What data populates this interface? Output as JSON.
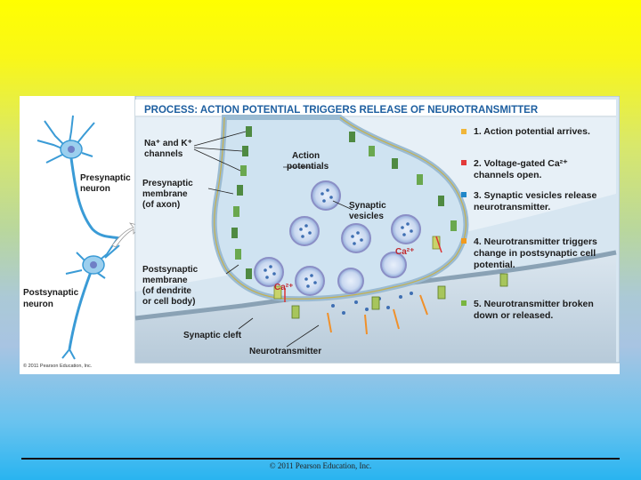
{
  "figure": {
    "title": "PROCESS: ACTION POTENTIAL TRIGGERS RELEASE OF NEUROTRANSMITTER",
    "labels": {
      "presynaptic_neuron": [
        "Presynaptic",
        "neuron"
      ],
      "postsynaptic_neuron": [
        "Postsynaptic",
        "neuron"
      ],
      "na_k_channels": [
        "Na⁺ and K⁺",
        "channels"
      ],
      "action_potentials": [
        "Action",
        "potentials"
      ],
      "presynaptic_membrane": [
        "Presynaptic",
        "membrane",
        "(of axon)"
      ],
      "synaptic_vesicles": [
        "Synaptic",
        "vesicles"
      ],
      "postsynaptic_membrane": [
        "Postsynaptic",
        "membrane",
        "(of dendrite",
        "or cell body)"
      ],
      "ca_left": "Ca²⁺",
      "ca_right": "Ca²⁺",
      "synaptic_cleft": "Synaptic cleft",
      "neurotransmitter": "Neurotransmitter",
      "copyright_small": "© 2011 Pearson Education, Inc."
    },
    "steps": [
      {
        "lines": [
          "1. Action potential arrives."
        ],
        "color": "#f0b63a"
      },
      {
        "lines": [
          "2. Voltage-gated Ca²⁺",
          "channels open."
        ],
        "color": "#e23a3a"
      },
      {
        "lines": [
          "3. Synaptic vesicles release",
          "neurotransmitter."
        ],
        "color": "#1f87c9"
      },
      {
        "lines": [
          "4. Neurotransmitter triggers",
          "change in postsynaptic cell",
          "potential."
        ],
        "color": "#f29a1c"
      },
      {
        "lines": [
          "5. Neurotransmitter broken",
          "down or released."
        ],
        "color": "#79b540"
      }
    ]
  },
  "footer": {
    "copyright": "© 2011 Pearson Education, Inc."
  }
}
